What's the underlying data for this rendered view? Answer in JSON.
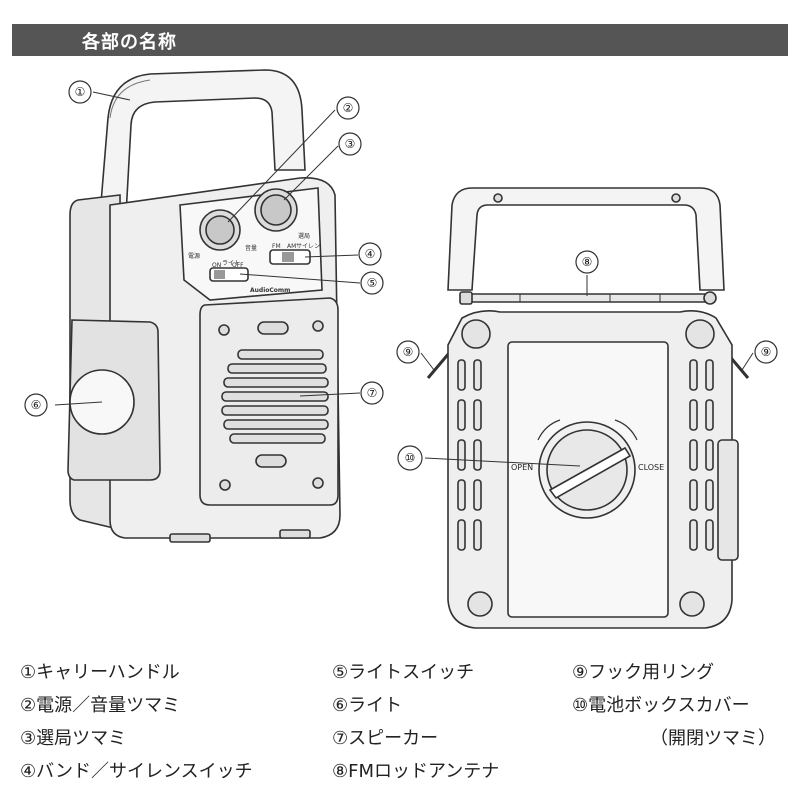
{
  "header": {
    "title": "各部の名称"
  },
  "callouts": [
    {
      "num": "①",
      "name": "キャリーハンドル"
    },
    {
      "num": "②",
      "name": "電源／音量ツマミ"
    },
    {
      "num": "③",
      "name": "選局ツマミ"
    },
    {
      "num": "④",
      "name": "バンド／サイレンスイッチ"
    },
    {
      "num": "⑤",
      "name": "ライトスイッチ"
    },
    {
      "num": "⑥",
      "name": "ライト"
    },
    {
      "num": "⑦",
      "name": "スピーカー"
    },
    {
      "num": "⑧",
      "name": "FMロッドアンテナ"
    },
    {
      "num": "⑨",
      "name": "フック用リング"
    },
    {
      "num": "⑩",
      "name": "電池ボックスカバー"
    }
  ],
  "callout_10_note": "（開閉ツマミ）",
  "device_markings": {
    "brand": "AudioComm",
    "band": "AM",
    "fm": "FM",
    "siren": "サイレン",
    "light": "ライト",
    "on": "ON",
    "off": "OFF",
    "power": "電源",
    "volume": "音量",
    "tuning": "選局",
    "open": "OPEN",
    "close": "CLOSE"
  }
}
